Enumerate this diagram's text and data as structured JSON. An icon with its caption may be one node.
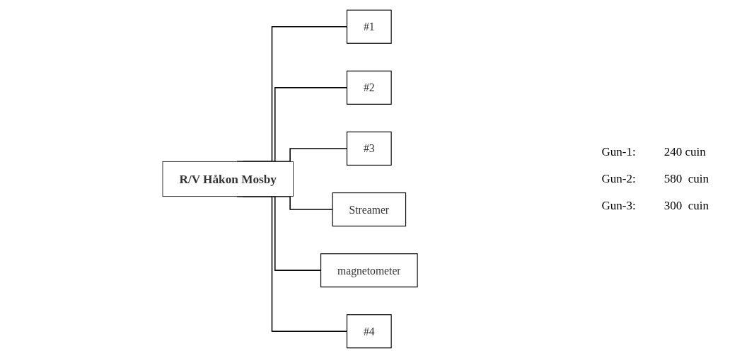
{
  "diagram": {
    "nodes": [
      {
        "text": [
          "R/V Håkon Mosby"
        ]
      },
      {
        "text": [
          "#1"
        ]
      },
      {
        "text": [
          "#2"
        ]
      },
      {
        "text": [
          "#3"
        ]
      },
      {
        "text": [
          "Streamer"
        ]
      },
      {
        "text": [
          "magnetometer"
        ]
      },
      {
        "text": [
          "#4"
        ]
      }
    ],
    "edges": [
      {
        "from": 0,
        "to": 1,
        "arrow": "none"
      },
      {
        "from": 0,
        "to": 2,
        "arrow": "none"
      },
      {
        "from": 0,
        "to": 3,
        "arrow": "none"
      },
      {
        "from": 0,
        "to": 4,
        "arrow": "none"
      },
      {
        "from": 0,
        "to": 5,
        "arrow": "none"
      },
      {
        "from": 0,
        "to": 6,
        "arrow": "none"
      }
    ],
    "labels": [
      "Gun-1:",
      "240 cuin",
      "Gun-2:",
      "580  cuin",
      "Gun-3:",
      "300  cuin"
    ]
  }
}
